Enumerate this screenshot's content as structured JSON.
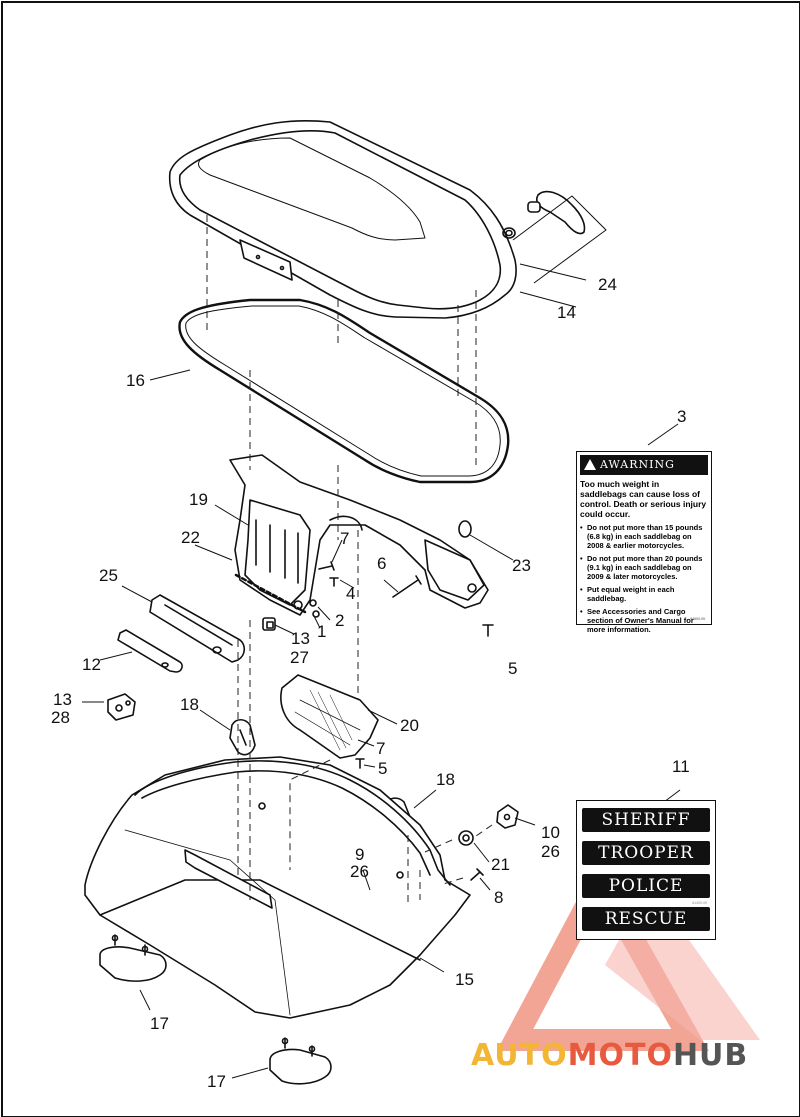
{
  "callouts": [
    {
      "id": "c1",
      "text": "1"
    },
    {
      "id": "c2",
      "text": "2"
    },
    {
      "id": "c3",
      "text": "3"
    },
    {
      "id": "c4",
      "text": "4"
    },
    {
      "id": "c5a",
      "text": "5"
    },
    {
      "id": "c5b",
      "text": "5"
    },
    {
      "id": "c6",
      "text": "6"
    },
    {
      "id": "c7a",
      "text": "7"
    },
    {
      "id": "c7b",
      "text": "7"
    },
    {
      "id": "c8",
      "text": "8"
    },
    {
      "id": "c9",
      "text": "9"
    },
    {
      "id": "c26a",
      "text": "26"
    },
    {
      "id": "c10",
      "text": "10"
    },
    {
      "id": "c26b",
      "text": "26"
    },
    {
      "id": "c11",
      "text": "11"
    },
    {
      "id": "c12",
      "text": "12"
    },
    {
      "id": "c13a",
      "text": "13"
    },
    {
      "id": "c27",
      "text": "27"
    },
    {
      "id": "c13b",
      "text": "13"
    },
    {
      "id": "c28",
      "text": "28"
    },
    {
      "id": "c14",
      "text": "14"
    },
    {
      "id": "c15",
      "text": "15"
    },
    {
      "id": "c16",
      "text": "16"
    },
    {
      "id": "c17a",
      "text": "17"
    },
    {
      "id": "c17b",
      "text": "17"
    },
    {
      "id": "c18a",
      "text": "18"
    },
    {
      "id": "c18b",
      "text": "18"
    },
    {
      "id": "c19",
      "text": "19"
    },
    {
      "id": "c20",
      "text": "20"
    },
    {
      "id": "c21",
      "text": "21"
    },
    {
      "id": "c22",
      "text": "22"
    },
    {
      "id": "c23",
      "text": "23"
    },
    {
      "id": "c24",
      "text": "24"
    },
    {
      "id": "c25",
      "text": "25"
    }
  ],
  "warning_label": {
    "banner": "AWARNING",
    "lead": "Too much weight in saddlebags can cause loss of control. Death or serious injury could occur.",
    "bullets": [
      "Do not put more than 15 pounds (6.8 kg) in each saddlebag on 2008 & earlier motorcycles.",
      "Do not put more than 20 pounds (9.1 kg) in each saddlebag on 2009 & later motorcycles.",
      "Put equal weight in each saddlebag.",
      "See Accessories and Cargo section of Owner's Manual for more information."
    ],
    "code": "94600-09"
  },
  "decals": [
    "SHERIFF",
    "TROOPER",
    "POLICE",
    "RESCUE"
  ],
  "decal_code": "61400-09",
  "watermark": {
    "part1": "AUTO",
    "part2": "MOTO",
    "part3": "HUB",
    "color1": "#f2b634",
    "color2": "#e85a3f",
    "color3": "#555555"
  }
}
